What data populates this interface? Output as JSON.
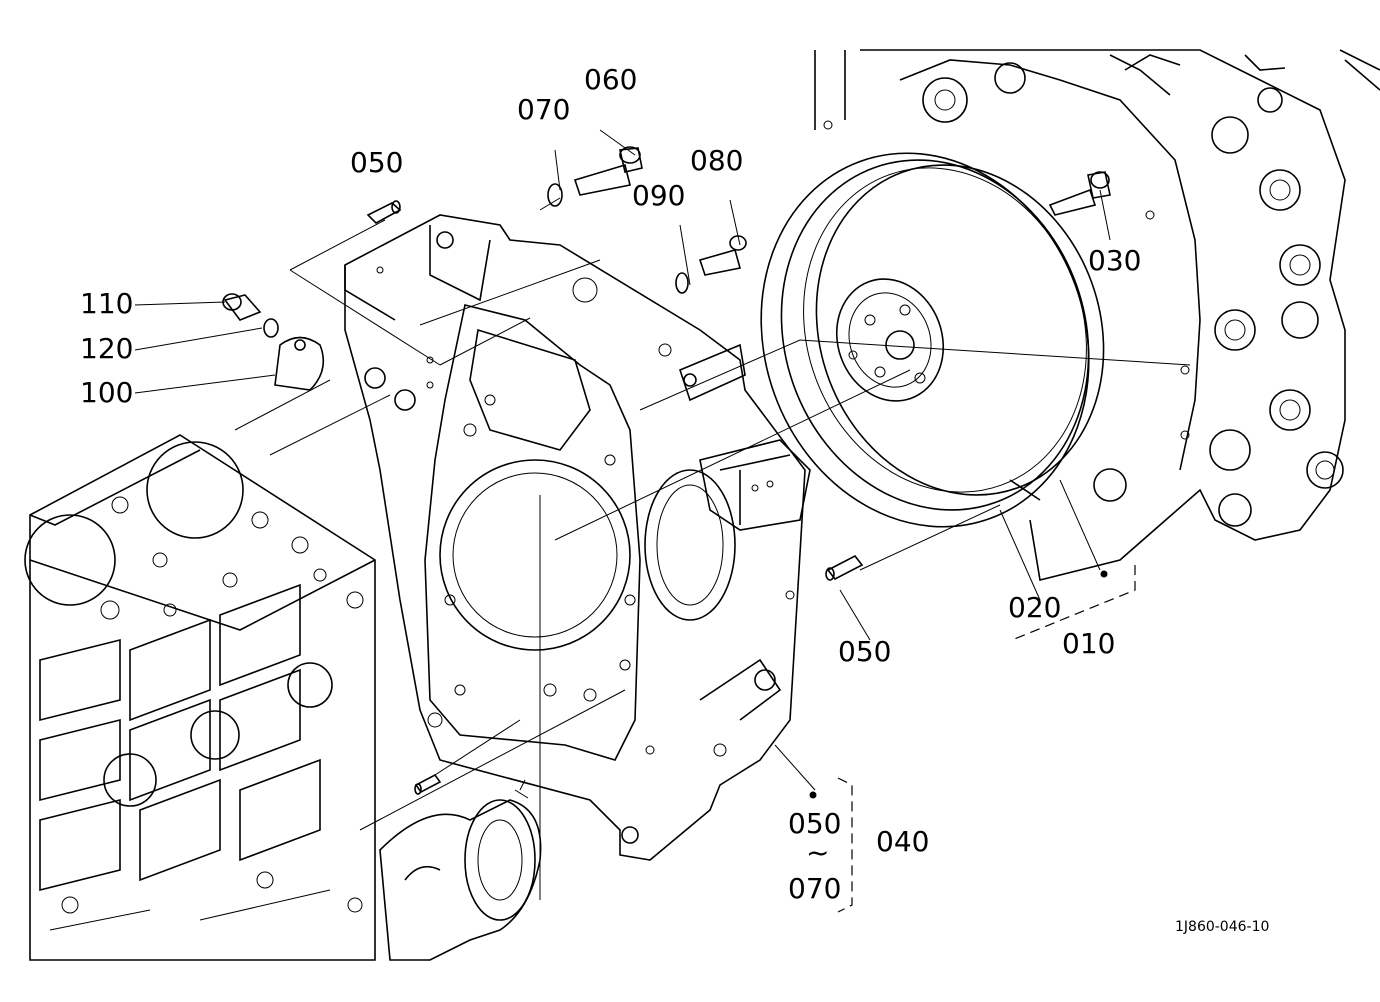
{
  "labels": {
    "l050_top": "050",
    "l070_top": "070",
    "l060": "060",
    "l080": "080",
    "l090": "090",
    "l030": "030",
    "l110": "110",
    "l120": "120",
    "l100": "100",
    "l020": "020",
    "l010": "010",
    "l050_mid": "050",
    "l050_range": "050",
    "l070_range": "070",
    "l040": "040",
    "tilde": "~"
  },
  "drawing_code": "1J860-046-10"
}
